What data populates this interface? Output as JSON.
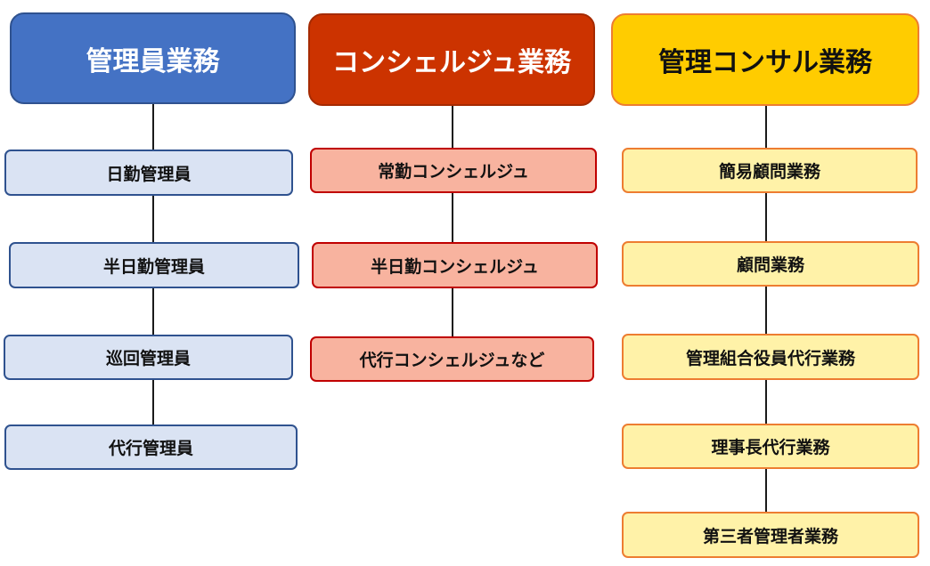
{
  "columns": [
    {
      "title": "管理員業務",
      "items": [
        "日勤管理員",
        "半日勤管理員",
        "巡回管理員",
        "代行管理員"
      ]
    },
    {
      "title": "コンシェルジュ業務",
      "items": [
        "常勤コンシェルジュ",
        "半日勤コンシェルジュ",
        "代行コンシェルジュなど"
      ]
    },
    {
      "title": "管理コンサル業務",
      "items": [
        "簡易顧問業務",
        "顧問業務",
        "管理組合役員代行業務",
        "理事長代行業務",
        "第三者管理者業務"
      ]
    }
  ],
  "colors": {
    "blue_header": "#4472c4",
    "blue_item": "#dae3f3",
    "red_header": "#cc3300",
    "red_item": "#f8b39f",
    "yellow_header": "#ffcc00",
    "yellow_item": "#fff2a8",
    "yellow_border": "#ed7d31"
  }
}
